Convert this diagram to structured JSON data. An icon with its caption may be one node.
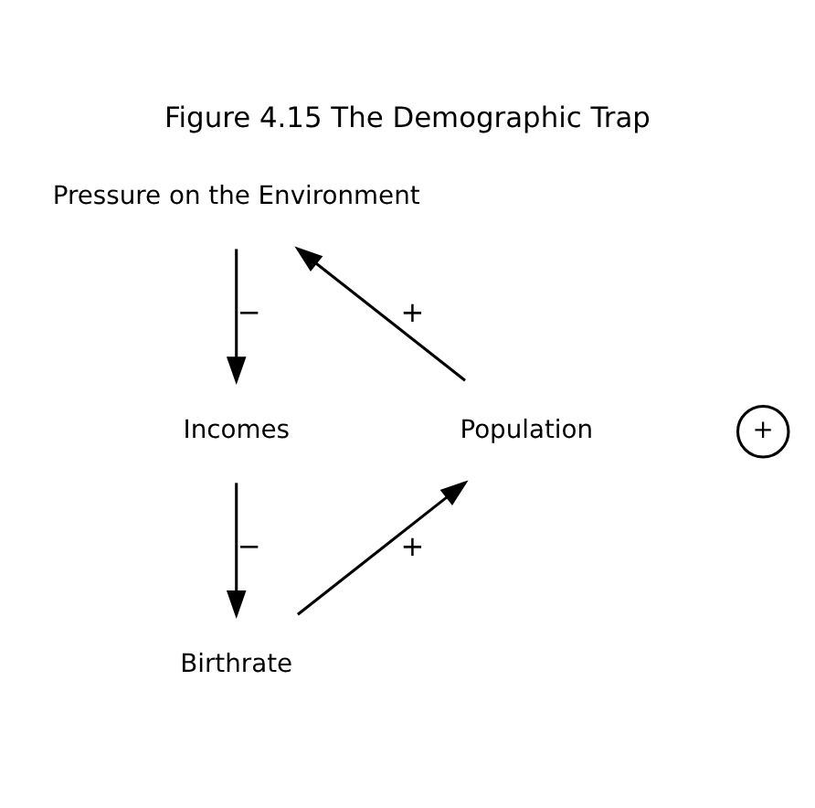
{
  "diagram": {
    "title": "Figure 4.15 The Demographic Trap",
    "nodes": [
      {
        "text": [
          "Pressure on the Environment"
        ]
      },
      {
        "text": [
          "Population"
        ]
      },
      {
        "text": [
          "+"
        ]
      },
      {
        "text": [
          "Incomes"
        ]
      },
      {
        "text": [
          "Birthrate"
        ]
      }
    ],
    "edges": [
      {
        "from": 1,
        "to": 0,
        "arrow": "to",
        "label": "+"
      },
      {
        "from": 0,
        "to": 3,
        "arrow": "to",
        "label": "−"
      },
      {
        "from": 3,
        "to": 4,
        "arrow": "to",
        "label": "−"
      },
      {
        "from": 4,
        "to": 1,
        "arrow": "to",
        "label": "+"
      }
    ]
  }
}
